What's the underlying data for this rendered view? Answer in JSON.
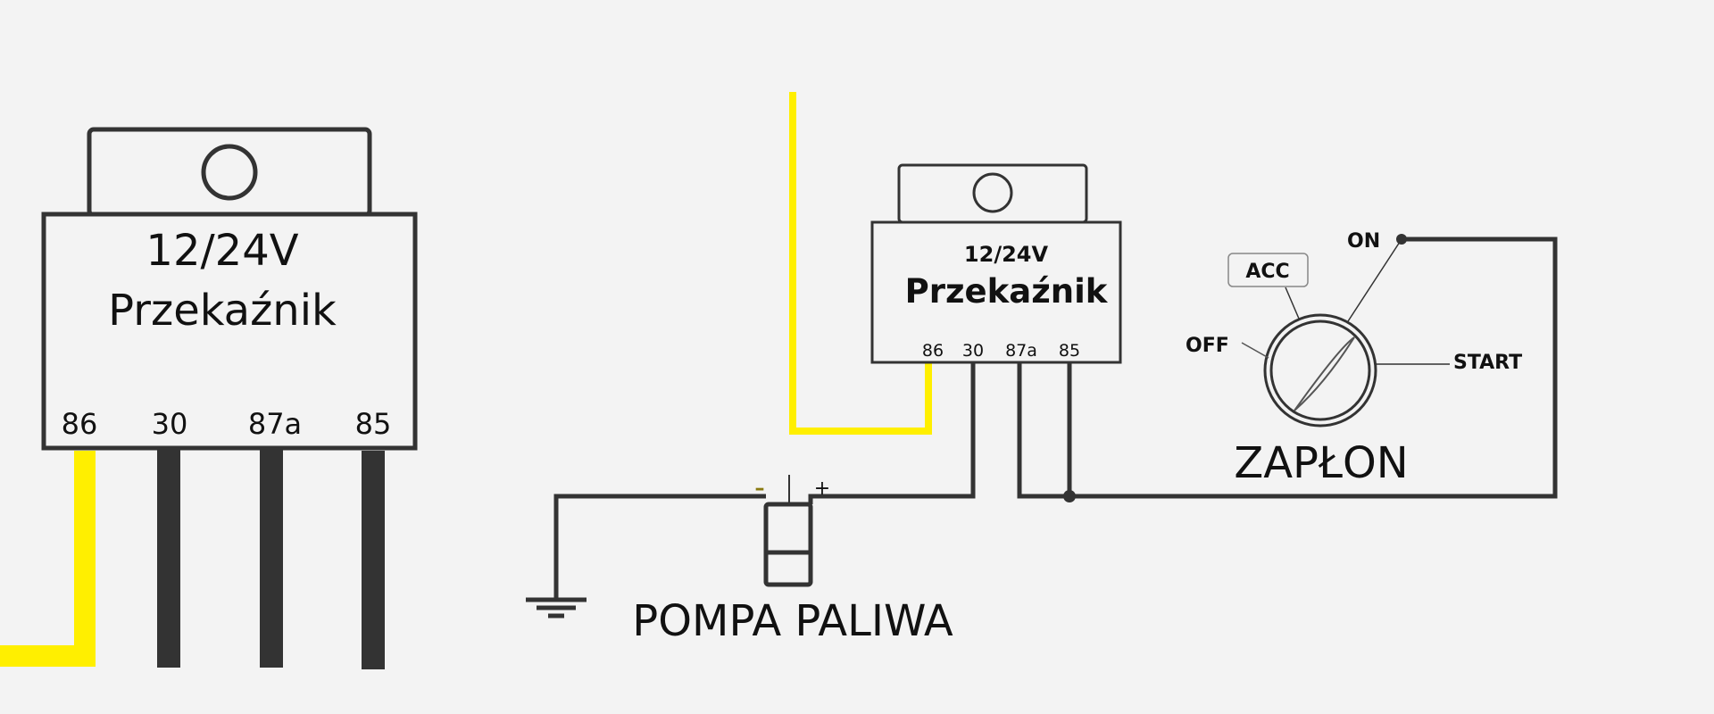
{
  "colors": {
    "background": "#f3f3f3",
    "wire_dark": "#333333",
    "wire_yellow": "#ffef00",
    "outline": "#333333",
    "minus_sign": "#8a7a10"
  },
  "large_relay": {
    "voltage": "12/24V",
    "name": "Przekaźnik",
    "pins": [
      "86",
      "30",
      "87a",
      "85"
    ]
  },
  "small_relay": {
    "voltage": "12/24V",
    "name": "Przekaźnik",
    "pins": [
      "86",
      "30",
      "87a",
      "85"
    ]
  },
  "ignition": {
    "title": "ZAPŁON",
    "positions": {
      "off": "OFF",
      "acc": "ACC",
      "on": "ON",
      "start": "START"
    }
  },
  "fuel_pump": {
    "title": "POMPA PALIWA",
    "minus": "–",
    "plus": "+"
  }
}
